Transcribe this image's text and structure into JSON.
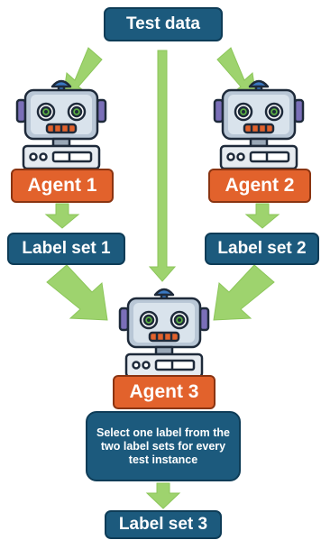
{
  "test_data": "Test data",
  "agents": [
    {
      "name": "Agent 1",
      "output": "Label set 1"
    },
    {
      "name": "Agent 2",
      "output": "Label set 2"
    },
    {
      "name": "Agent 3",
      "output": "Label set 3"
    }
  ],
  "selector_instruction": "Select one label from the two label sets for every test instance",
  "colors": {
    "box_blue": "#1c5a7d",
    "agent_orange": "#e2622c",
    "arrow_green": "#9ed36e"
  }
}
